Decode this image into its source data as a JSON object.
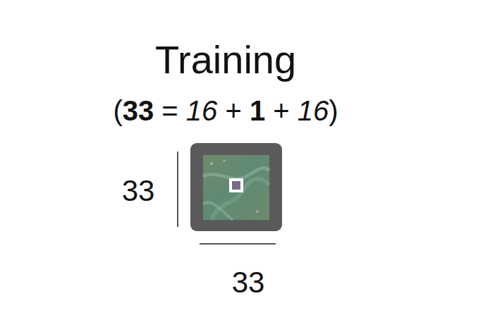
{
  "diagram": {
    "title": "Training",
    "labels": [
      "(33 = 16 + 1 + 16)",
      "33",
      "33"
    ]
  }
}
